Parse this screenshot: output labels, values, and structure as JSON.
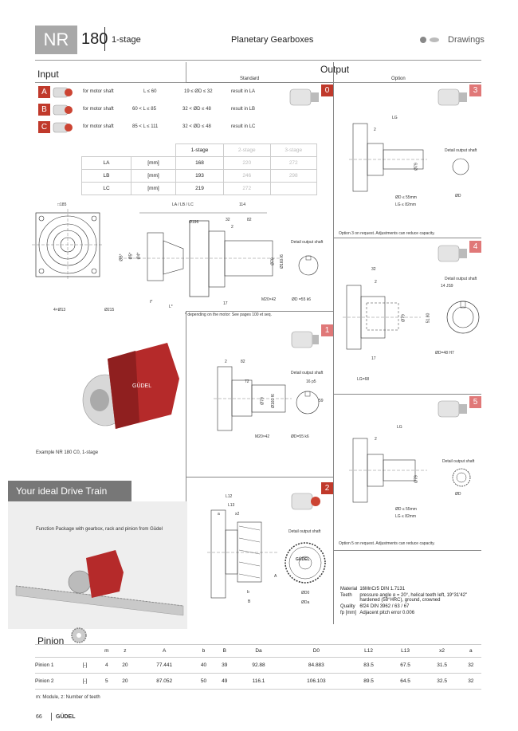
{
  "header": {
    "series": "NR",
    "size": "180",
    "stage": "1-stage",
    "title": "Planetary Gearboxes",
    "section": "Drawings"
  },
  "input": {
    "heading": "Input",
    "rows": [
      {
        "letter": "A",
        "label": "for motor shaft",
        "range": "L ≤ 60",
        "diameter": "19 ≤ ØD ≤ 32",
        "result": "result in LA"
      },
      {
        "letter": "B",
        "label": "for motor shaft",
        "range": "60 < L ≤ 85",
        "diameter": "32 < ØD ≤ 48",
        "result": "result in LB"
      },
      {
        "letter": "C",
        "label": "for motor shaft",
        "range": "85 < L ≤ 111",
        "diameter": "32 < ØD ≤ 48",
        "result": "result in LC"
      }
    ]
  },
  "output": {
    "heading": "Output",
    "standard": "Standard",
    "option": "Option"
  },
  "length_table": {
    "headers": [
      "1-stage",
      "2-stage",
      "3-stage"
    ],
    "rows": [
      {
        "name": "LA",
        "unit": "[mm]",
        "s1": "168",
        "s2": "220",
        "s3": "272"
      },
      {
        "name": "LB",
        "unit": "[mm]",
        "s1": "193",
        "s2": "246",
        "s3": "298"
      },
      {
        "name": "LC",
        "unit": "[mm]",
        "s1": "219",
        "s2": "272",
        "s3": ""
      }
    ]
  },
  "main_drawing": {
    "d185": "□185",
    "la_lb_lc": "LA / LB / LC",
    "d114": "114",
    "d196": "Ø196",
    "d32": "32",
    "d82": "82",
    "d2": "2",
    "db": "ØB*",
    "d5": "Ø5*",
    "d4": "Ø4*",
    "d79": "Ø79",
    "d160": "Ø160 f6",
    "m20": "M20×42",
    "d55": "ØD =55 k6",
    "d17": "17",
    "t": "t*",
    "l": "L*",
    "bolt": "4×Ø13",
    "d215": "Ø215",
    "detail": "Detail output shaft",
    "note": "* depending on the motor: See pages 100 et seq."
  },
  "photo_caption": "Example NR 180 C0, 1-stage",
  "option0": {
    "badge": "0"
  },
  "option3": {
    "badge": "3",
    "lg": "LG",
    "d2": "2",
    "d79": "Ø79",
    "dd": "ØD",
    "detail": "Detail output shaft",
    "cond1": "ØD ≤ 55mm",
    "cond2": "LG ≤ 82mm",
    "note": "Option 3 on request. Adjustments can reduce capacity."
  },
  "option4": {
    "badge": "4",
    "d32": "32",
    "d2": "2",
    "d14": "14 JS9",
    "d79": "Ø79",
    "d518": "51.80",
    "d17": "17",
    "lg": "LG=68",
    "dd": "ØD=48 H7",
    "detail": "Detail output shaft"
  },
  "option1": {
    "badge": "1",
    "d2": "2",
    "d82": "82",
    "d72": "72",
    "d79": "Ø79",
    "d160": "Ø160 f6",
    "m20": "M20×42",
    "d16": "16 p5",
    "d59": "59",
    "dd": "ØD=55 k6",
    "detail": "Detail output shaft"
  },
  "option5": {
    "badge": "5",
    "lg": "LG",
    "d2": "2",
    "d79": "Ø79",
    "dd": "ØD",
    "detail": "Detail output shaft",
    "cond1": "ØD ≤ 55mm",
    "cond2": "LG ≤ 82mm",
    "note": "Option 5 on request. Adjustments can reduce capacity."
  },
  "option2": {
    "badge": "2",
    "l12": "L12",
    "l13": "L13",
    "a": "a",
    "x2": "x2",
    "b": "B",
    "bb": "b",
    "aa": "A",
    "detail": "Detail output shaft",
    "logo": "GÜDEL",
    "d0": "ØD0",
    "da": "ØDa"
  },
  "drive_train": {
    "title": "Your ideal Drive Train",
    "text": "Function Package with gearbox, rack and pinion from Güdel"
  },
  "materials": [
    {
      "k": "Material",
      "v": "16MnCr5 DIN 1.7131"
    },
    {
      "k": "Teeth",
      "v": "pressure angle α = 20°, helical teeth left, 19°31'42\" hardened (58°HRC), ground, crowned"
    },
    {
      "k": "Quality",
      "v": "6f24 DIN 3962 / 63 / 67"
    },
    {
      "k": "fp [mm]",
      "v": "Adjacent pitch error 0.006"
    }
  ],
  "pinion": {
    "heading": "Pinion",
    "headers": [
      "",
      "",
      "m",
      "z",
      "A",
      "b",
      "B",
      "Da",
      "D0",
      "L12",
      "L13",
      "x2",
      "a"
    ],
    "rows": [
      [
        "Pinion 1",
        "[-]",
        "4",
        "20",
        "77.441",
        "40",
        "39",
        "92.88",
        "84.883",
        "83.5",
        "67.5",
        "31.5",
        "32"
      ],
      [
        "Pinion 2",
        "[-]",
        "5",
        "20",
        "87.052",
        "50",
        "49",
        "116.1",
        "106.103",
        "89.5",
        "64.5",
        "32.5",
        "32"
      ]
    ],
    "note": "m: Module, z: Number of teeth"
  },
  "footer": {
    "page": "66",
    "brand": "GÜDEL"
  },
  "colors": {
    "accent": "#c0392b",
    "accent_light": "#e07878",
    "grey_box": "#a8a8a8"
  }
}
